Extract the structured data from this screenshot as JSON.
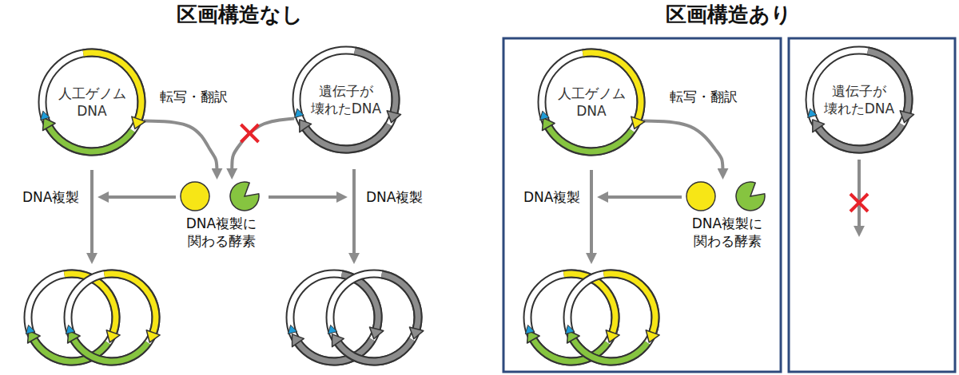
{
  "diagram": {
    "nodes": [
      {
        "text": [
          "人工ゲノム DNA"
        ]
      },
      {
        "text": [
          "遺伝子が 壊れたDNA"
        ]
      },
      {
        "text": [
          "DNA複製に 関わる酵素"
        ]
      },
      {
        "text": [
          "人工ゲノム DNA"
        ]
      },
      {
        "text": [
          "遺伝子が 壊れたDNA"
        ]
      },
      {
        "text": [
          "DNA複製に 関わる酵素"
        ]
      }
    ],
    "edges": [
      {
        "from": 0,
        "to": 2,
        "arrow": "to",
        "label": "転写・翻訳"
      },
      {
        "from": 1,
        "to": 2,
        "arrow": "to"
      },
      {
        "from": 3,
        "to": 5,
        "arrow": "to",
        "label": "転写・翻訳"
      }
    ],
    "labels": [
      "区画構造なし",
      "区画構造あり",
      "DNA複製",
      "DNA複製",
      "DNA複製"
    ]
  }
}
